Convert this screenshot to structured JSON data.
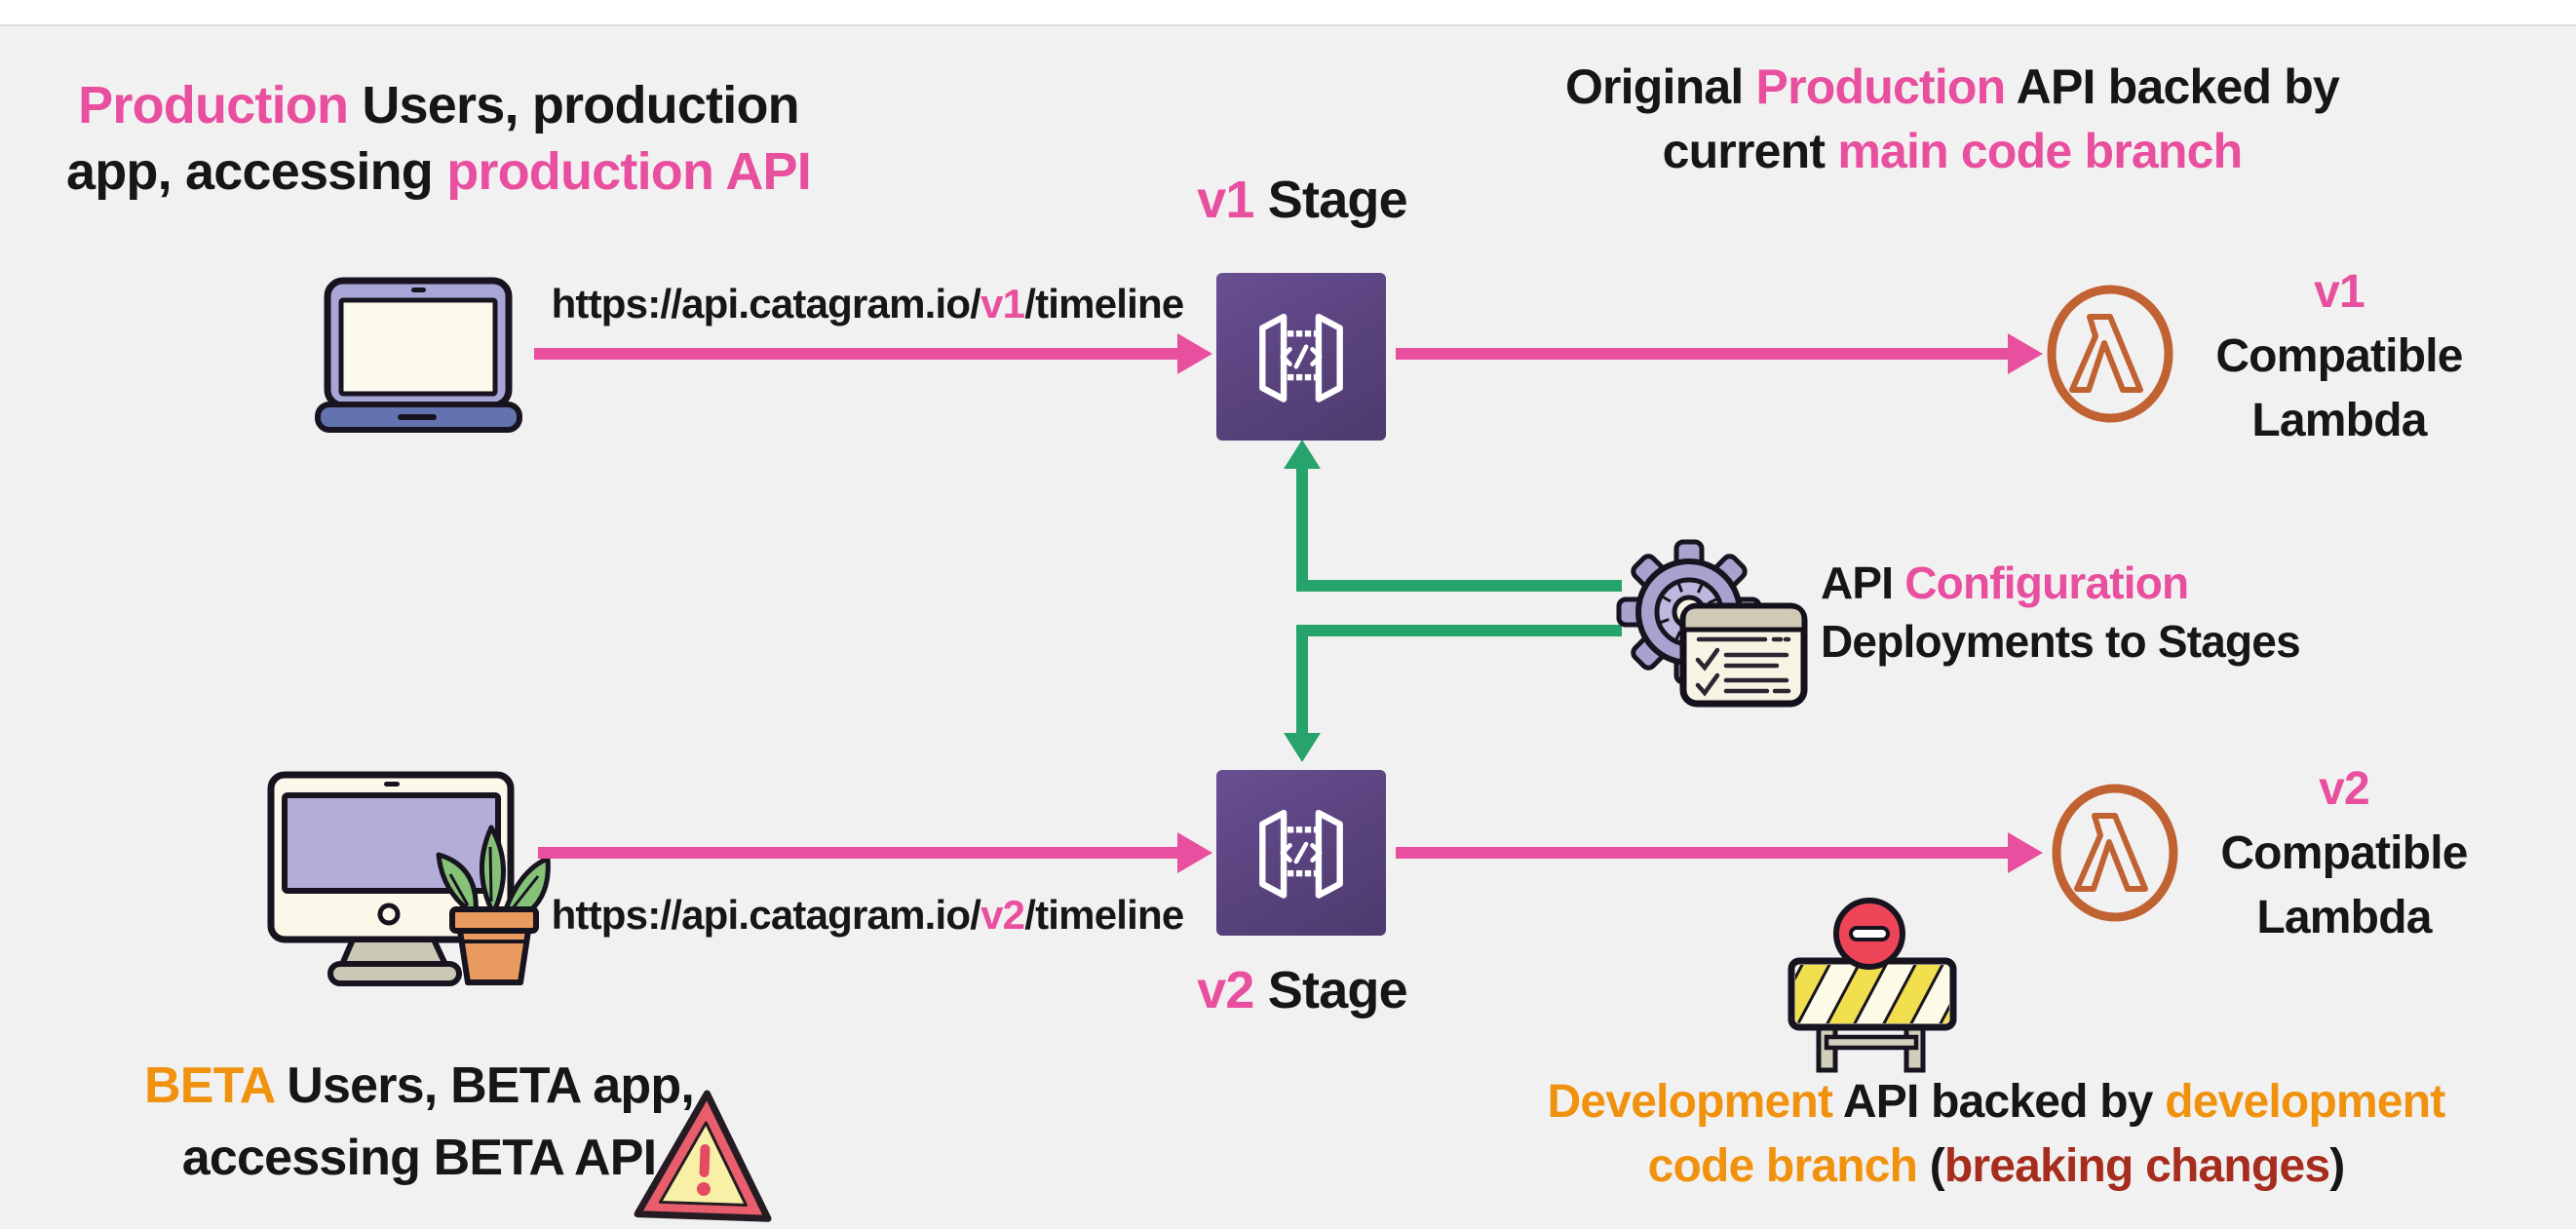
{
  "notes": {
    "production_users": {
      "l1a": "Production",
      "l1b": " Users, production",
      "l2a": "app, accessing ",
      "l2b": "production API"
    },
    "original_api": {
      "l1a": "Original ",
      "l1b": "Production",
      "l1c": " API backed by",
      "l2a": "current ",
      "l2b": "main code branch"
    },
    "beta_users": {
      "l1a": "BETA",
      "l1b": " Users, BETA app,",
      "l2": "accessing BETA API"
    },
    "development_api": {
      "l1a": "Development",
      "l1b": " API backed by ",
      "l1c": "development",
      "l2a": "code branch ",
      "l2b": "(",
      "l2c": "breaking changes",
      "l2d": ")"
    }
  },
  "urls": {
    "v1": {
      "prefix": "https://api.catagram.io/",
      "version": "v1",
      "suffix": "/timeline"
    },
    "v2": {
      "prefix": "https://api.catagram.io/",
      "version": "v2",
      "suffix": "/timeline"
    }
  },
  "stages": {
    "v1": {
      "version": "v1",
      "label": " Stage"
    },
    "v2": {
      "version": "v2",
      "label": " Stage"
    }
  },
  "lambdas": {
    "v1": {
      "version": "v1",
      "line2": "Compatible",
      "line3": "Lambda"
    },
    "v2": {
      "version": "v2",
      "line2": "Compatible",
      "line3": "Lambda"
    }
  },
  "config": {
    "l1a": "API ",
    "l1b": "Configuration",
    "l2": "Deployments to Stages"
  },
  "colors": {
    "pink": "#e84f9e",
    "orange": "#f0920e",
    "dark_red": "#a62d1e",
    "green": "#27a36c",
    "stage_purple": "#5b4480",
    "lambda_orange": "#c06231",
    "background": "#f2f1f2"
  },
  "icons": {
    "client_production": "laptop-icon",
    "client_beta": "desktop-with-plant-icon",
    "stage": "api-gateway-icon",
    "function": "lambda-icon",
    "deployment": "gear-checklist-icon",
    "beta_warning": "warning-triangle-icon",
    "dev_blocked": "construction-barrier-icon"
  }
}
